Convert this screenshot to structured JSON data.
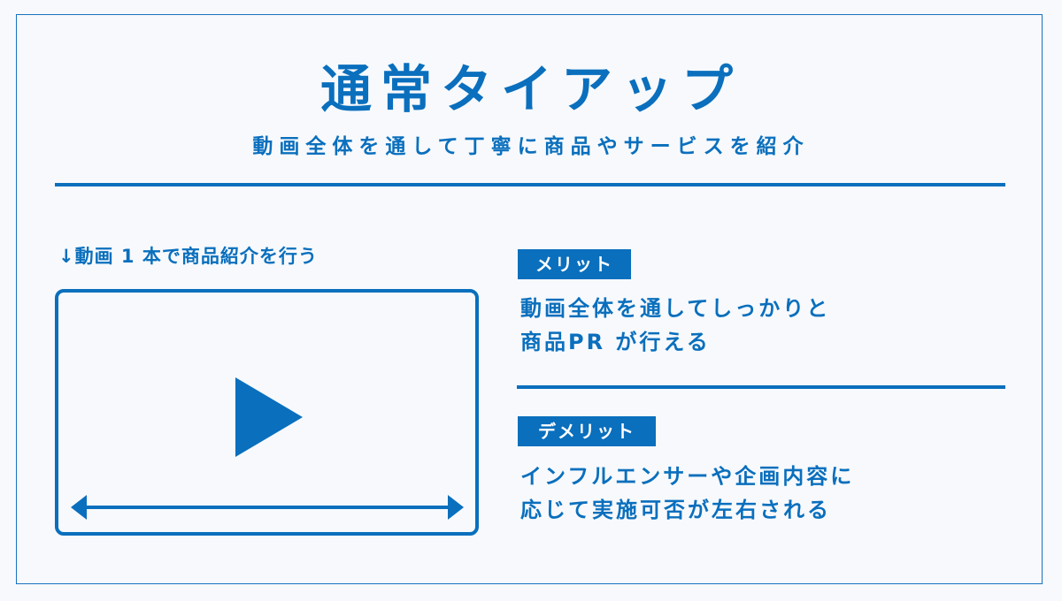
{
  "header": {
    "title": "通常タイアップ",
    "subtitle": "動画全体を通して丁寧に商品やサービスを紹介"
  },
  "left": {
    "caption": "↓動画 1 本で商品紹介を行う",
    "video_icon": "play-icon",
    "timeline_icon": "double-arrow-icon"
  },
  "merit": {
    "label": "メリット",
    "lines": [
      "動画全体を通してしっかりと",
      "商品PR が行える"
    ]
  },
  "demerit": {
    "label": "デメリット",
    "lines": [
      "インフルエンサーや企画内容に",
      "応じて実施可否が左右される"
    ]
  },
  "colors": {
    "primary": "#0a6fbd",
    "background": "#f7f9fc"
  }
}
